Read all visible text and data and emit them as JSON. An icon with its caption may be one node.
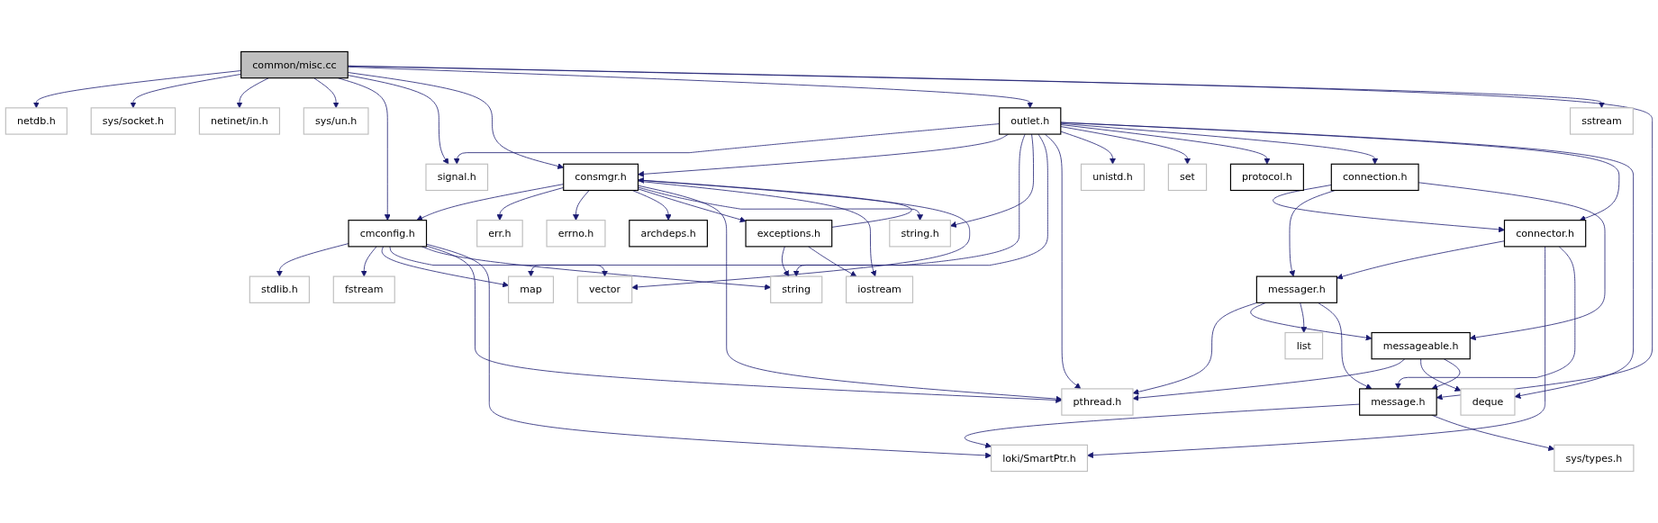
{
  "diagram": {
    "nodes": [
      {
        "text": [
          "common/misc.cc"
        ]
      },
      {
        "text": [
          "netdb.h"
        ]
      },
      {
        "text": [
          "sys/socket.h"
        ]
      },
      {
        "text": [
          "netinet/in.h"
        ]
      },
      {
        "text": [
          "sys/un.h"
        ]
      },
      {
        "text": [
          "outlet.h"
        ]
      },
      {
        "text": [
          "sstream"
        ]
      },
      {
        "text": [
          "signal.h"
        ]
      },
      {
        "text": [
          "consmgr.h"
        ]
      },
      {
        "text": [
          "unistd.h"
        ]
      },
      {
        "text": [
          "set"
        ]
      },
      {
        "text": [
          "protocol.h"
        ]
      },
      {
        "text": [
          "connection.h"
        ]
      },
      {
        "text": [
          "cmconfig.h"
        ]
      },
      {
        "text": [
          "err.h"
        ]
      },
      {
        "text": [
          "errno.h"
        ]
      },
      {
        "text": [
          "archdeps.h"
        ]
      },
      {
        "text": [
          "exceptions.h"
        ]
      },
      {
        "text": [
          "string.h"
        ]
      },
      {
        "text": [
          "connector.h"
        ]
      },
      {
        "text": [
          "stdlib.h"
        ]
      },
      {
        "text": [
          "fstream"
        ]
      },
      {
        "text": [
          "map"
        ]
      },
      {
        "text": [
          "vector"
        ]
      },
      {
        "text": [
          "string"
        ]
      },
      {
        "text": [
          "iostream"
        ]
      },
      {
        "text": [
          "messager.h"
        ]
      },
      {
        "text": [
          "list"
        ]
      },
      {
        "text": [
          "messageable.h"
        ]
      },
      {
        "text": [
          "pthread.h"
        ]
      },
      {
        "text": [
          "deque"
        ]
      },
      {
        "text": [
          "message.h"
        ]
      },
      {
        "text": [
          "loki/SmartPtr.h"
        ]
      },
      {
        "text": [
          "sys/types.h"
        ]
      }
    ],
    "edges": [
      {
        "from": 0,
        "to": 1,
        "arrow": "to"
      },
      {
        "from": 0,
        "to": 2,
        "arrow": "to"
      },
      {
        "from": 0,
        "to": 3,
        "arrow": "to"
      },
      {
        "from": 0,
        "to": 4,
        "arrow": "to"
      },
      {
        "from": 0,
        "to": 13,
        "arrow": "to"
      },
      {
        "from": 0,
        "to": 7,
        "arrow": "to"
      },
      {
        "from": 0,
        "to": 8,
        "arrow": "to"
      },
      {
        "from": 0,
        "to": 5,
        "arrow": "to"
      },
      {
        "from": 0,
        "to": 6,
        "arrow": "to"
      },
      {
        "from": 0,
        "to": 31,
        "arrow": "to"
      },
      {
        "from": 5,
        "to": 7,
        "arrow": "to"
      },
      {
        "from": 5,
        "to": 8,
        "arrow": "to"
      },
      {
        "from": 5,
        "to": 22,
        "arrow": "to"
      },
      {
        "from": 5,
        "to": 18,
        "arrow": "to"
      },
      {
        "from": 5,
        "to": 24,
        "arrow": "to"
      },
      {
        "from": 5,
        "to": 29,
        "arrow": "to"
      },
      {
        "from": 5,
        "to": 9,
        "arrow": "to"
      },
      {
        "from": 5,
        "to": 10,
        "arrow": "to"
      },
      {
        "from": 5,
        "to": 11,
        "arrow": "to"
      },
      {
        "from": 5,
        "to": 12,
        "arrow": "to"
      },
      {
        "from": 5,
        "to": 19,
        "arrow": "to"
      },
      {
        "from": 5,
        "to": 30,
        "arrow": "to"
      },
      {
        "from": 8,
        "to": 13,
        "arrow": "to"
      },
      {
        "from": 8,
        "to": 14,
        "arrow": "to"
      },
      {
        "from": 8,
        "to": 15,
        "arrow": "to"
      },
      {
        "from": 8,
        "to": 16,
        "arrow": "to"
      },
      {
        "from": 8,
        "to": 17,
        "arrow": "to"
      },
      {
        "from": 8,
        "to": 18,
        "arrow": "to"
      },
      {
        "from": 8,
        "to": 29,
        "arrow": "to"
      },
      {
        "from": 8,
        "to": 25,
        "arrow": "to"
      },
      {
        "from": 8,
        "to": 23,
        "arrow": "to"
      },
      {
        "from": 17,
        "to": 8,
        "arrow": "to"
      },
      {
        "from": 17,
        "to": 24,
        "arrow": "to"
      },
      {
        "from": 17,
        "to": 25,
        "arrow": "to"
      },
      {
        "from": 12,
        "to": 19,
        "arrow": "to"
      },
      {
        "from": 12,
        "to": 26,
        "arrow": "to"
      },
      {
        "from": 12,
        "to": 28,
        "arrow": "to"
      },
      {
        "from": 19,
        "to": 26,
        "arrow": "to"
      },
      {
        "from": 19,
        "to": 32,
        "arrow": "to"
      },
      {
        "from": 19,
        "to": 31,
        "arrow": "to"
      },
      {
        "from": 13,
        "to": 20,
        "arrow": "to"
      },
      {
        "from": 13,
        "to": 21,
        "arrow": "to"
      },
      {
        "from": 13,
        "to": 22,
        "arrow": "to"
      },
      {
        "from": 13,
        "to": 23,
        "arrow": "to"
      },
      {
        "from": 13,
        "to": 24,
        "arrow": "to"
      },
      {
        "from": 13,
        "to": 29,
        "arrow": "to"
      },
      {
        "from": 13,
        "to": 32,
        "arrow": "to"
      },
      {
        "from": 26,
        "to": 29,
        "arrow": "to"
      },
      {
        "from": 26,
        "to": 28,
        "arrow": "to"
      },
      {
        "from": 26,
        "to": 27,
        "arrow": "to"
      },
      {
        "from": 26,
        "to": 31,
        "arrow": "to"
      },
      {
        "from": 28,
        "to": 29,
        "arrow": "to"
      },
      {
        "from": 28,
        "to": 30,
        "arrow": "to"
      },
      {
        "from": 28,
        "to": 31,
        "arrow": "to"
      },
      {
        "from": 31,
        "to": 32,
        "arrow": "to"
      },
      {
        "from": 31,
        "to": 33,
        "arrow": "to"
      }
    ]
  }
}
